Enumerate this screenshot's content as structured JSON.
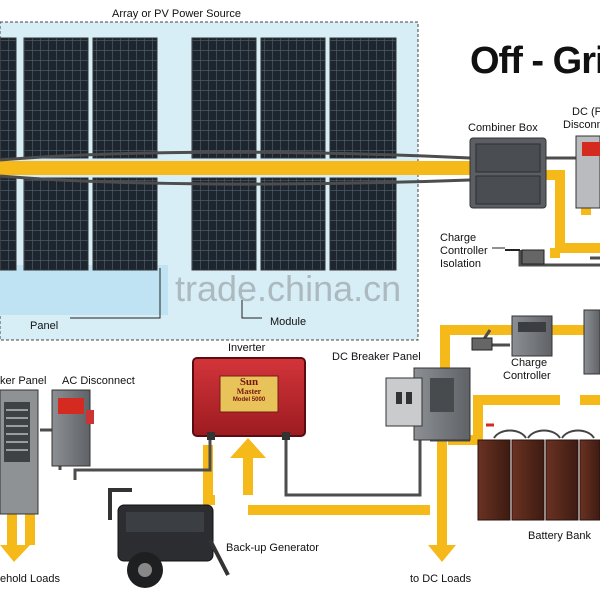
{
  "title": "Off - Grid",
  "watermark": "trade.china.cn",
  "labels": {
    "array": "Array or PV Power Source",
    "combiner_box": "Combiner Box",
    "dc_disconnect_line1": "DC (P",
    "dc_disconnect_line2": "Disconn",
    "charge_isolation_line1": "Charge",
    "charge_isolation_line2": "Controller",
    "charge_isolation_line3": "Isolation",
    "panel": "Panel",
    "module": "Module",
    "inverter": "Inverter",
    "dc_breaker_panel": "DC  Breaker Panel",
    "charge_controller_line1": "Charge",
    "charge_controller_line2": "Controller",
    "breaker_panel": "ker Panel",
    "ac_disconnect": "AC Disconnect",
    "backup_generator": "Back-up Generator",
    "battery_bank": "Battery Bank",
    "household_loads": "ehold Loads",
    "dc_loads": "to DC Loads"
  },
  "inverter_brand": {
    "line1": "Sun",
    "line2": "Master",
    "model": "Model 5000"
  },
  "colors": {
    "wire_yellow": "#f6b91a",
    "wire_gray": "#555555",
    "panel_dark": "#1e2630",
    "array_bg": "#d7eef7",
    "inverter_red": "#c0262a",
    "battery": "#5a2a1c",
    "box_gray": "#6b6d70"
  }
}
